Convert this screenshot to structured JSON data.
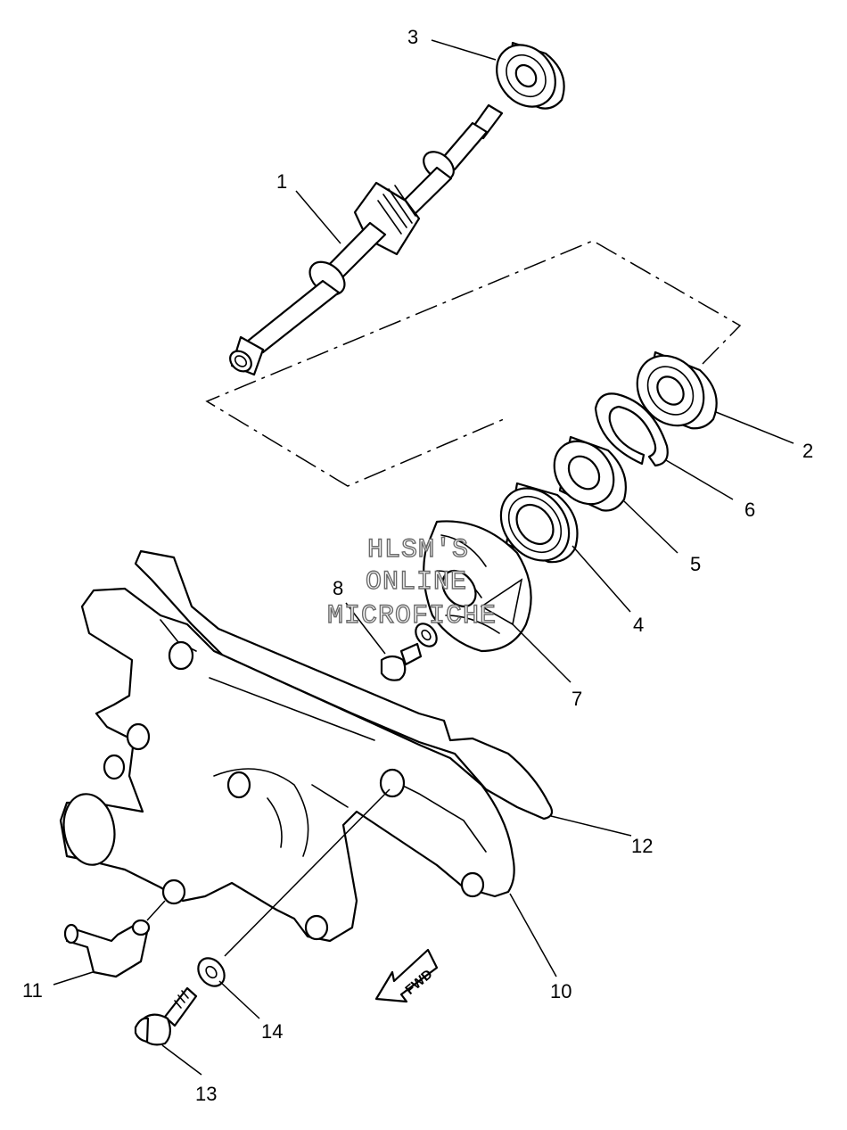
{
  "callouts": [
    {
      "id": "1",
      "label": "1"
    },
    {
      "id": "2",
      "label": "2"
    },
    {
      "id": "3",
      "label": "3"
    },
    {
      "id": "4",
      "label": "4"
    },
    {
      "id": "5",
      "label": "5"
    },
    {
      "id": "6",
      "label": "6"
    },
    {
      "id": "7",
      "label": "7"
    },
    {
      "id": "8",
      "label": "8"
    },
    {
      "id": "10",
      "label": "10"
    },
    {
      "id": "11",
      "label": "11"
    },
    {
      "id": "12",
      "label": "12"
    },
    {
      "id": "13",
      "label": "13"
    },
    {
      "id": "14",
      "label": "14"
    }
  ],
  "watermark": {
    "line1": "HLSM'S",
    "line2": "ONLINE",
    "line3": "MICROFICHE"
  },
  "direction_arrow": {
    "label": "FWD"
  }
}
